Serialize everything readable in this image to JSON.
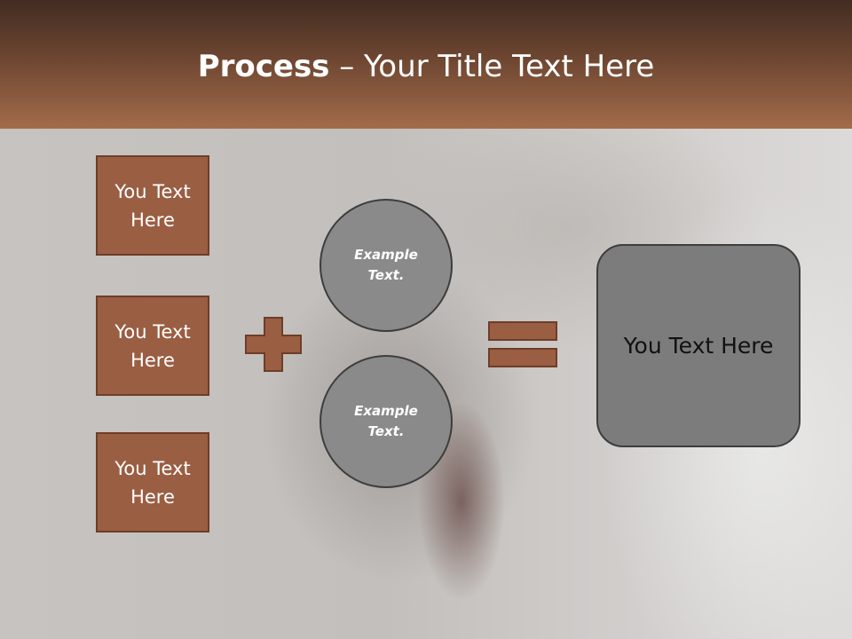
{
  "title": {
    "bold": "Process",
    "rest": " – Your Title Text Here"
  },
  "left_boxes": [
    "You Text Here",
    "You Text Here",
    "You Text Here"
  ],
  "circles": [
    "Example Text.",
    "Example Text."
  ],
  "result": "You Text Here",
  "colors": {
    "header_top": "#412c21",
    "header_bottom": "#a36b4b",
    "box_fill": "#9a5e43",
    "circle_fill": "#8a8a8a",
    "result_fill": "#7c7c7c"
  },
  "icons": {
    "plus": "plus-icon",
    "equals": "equals-icon"
  }
}
